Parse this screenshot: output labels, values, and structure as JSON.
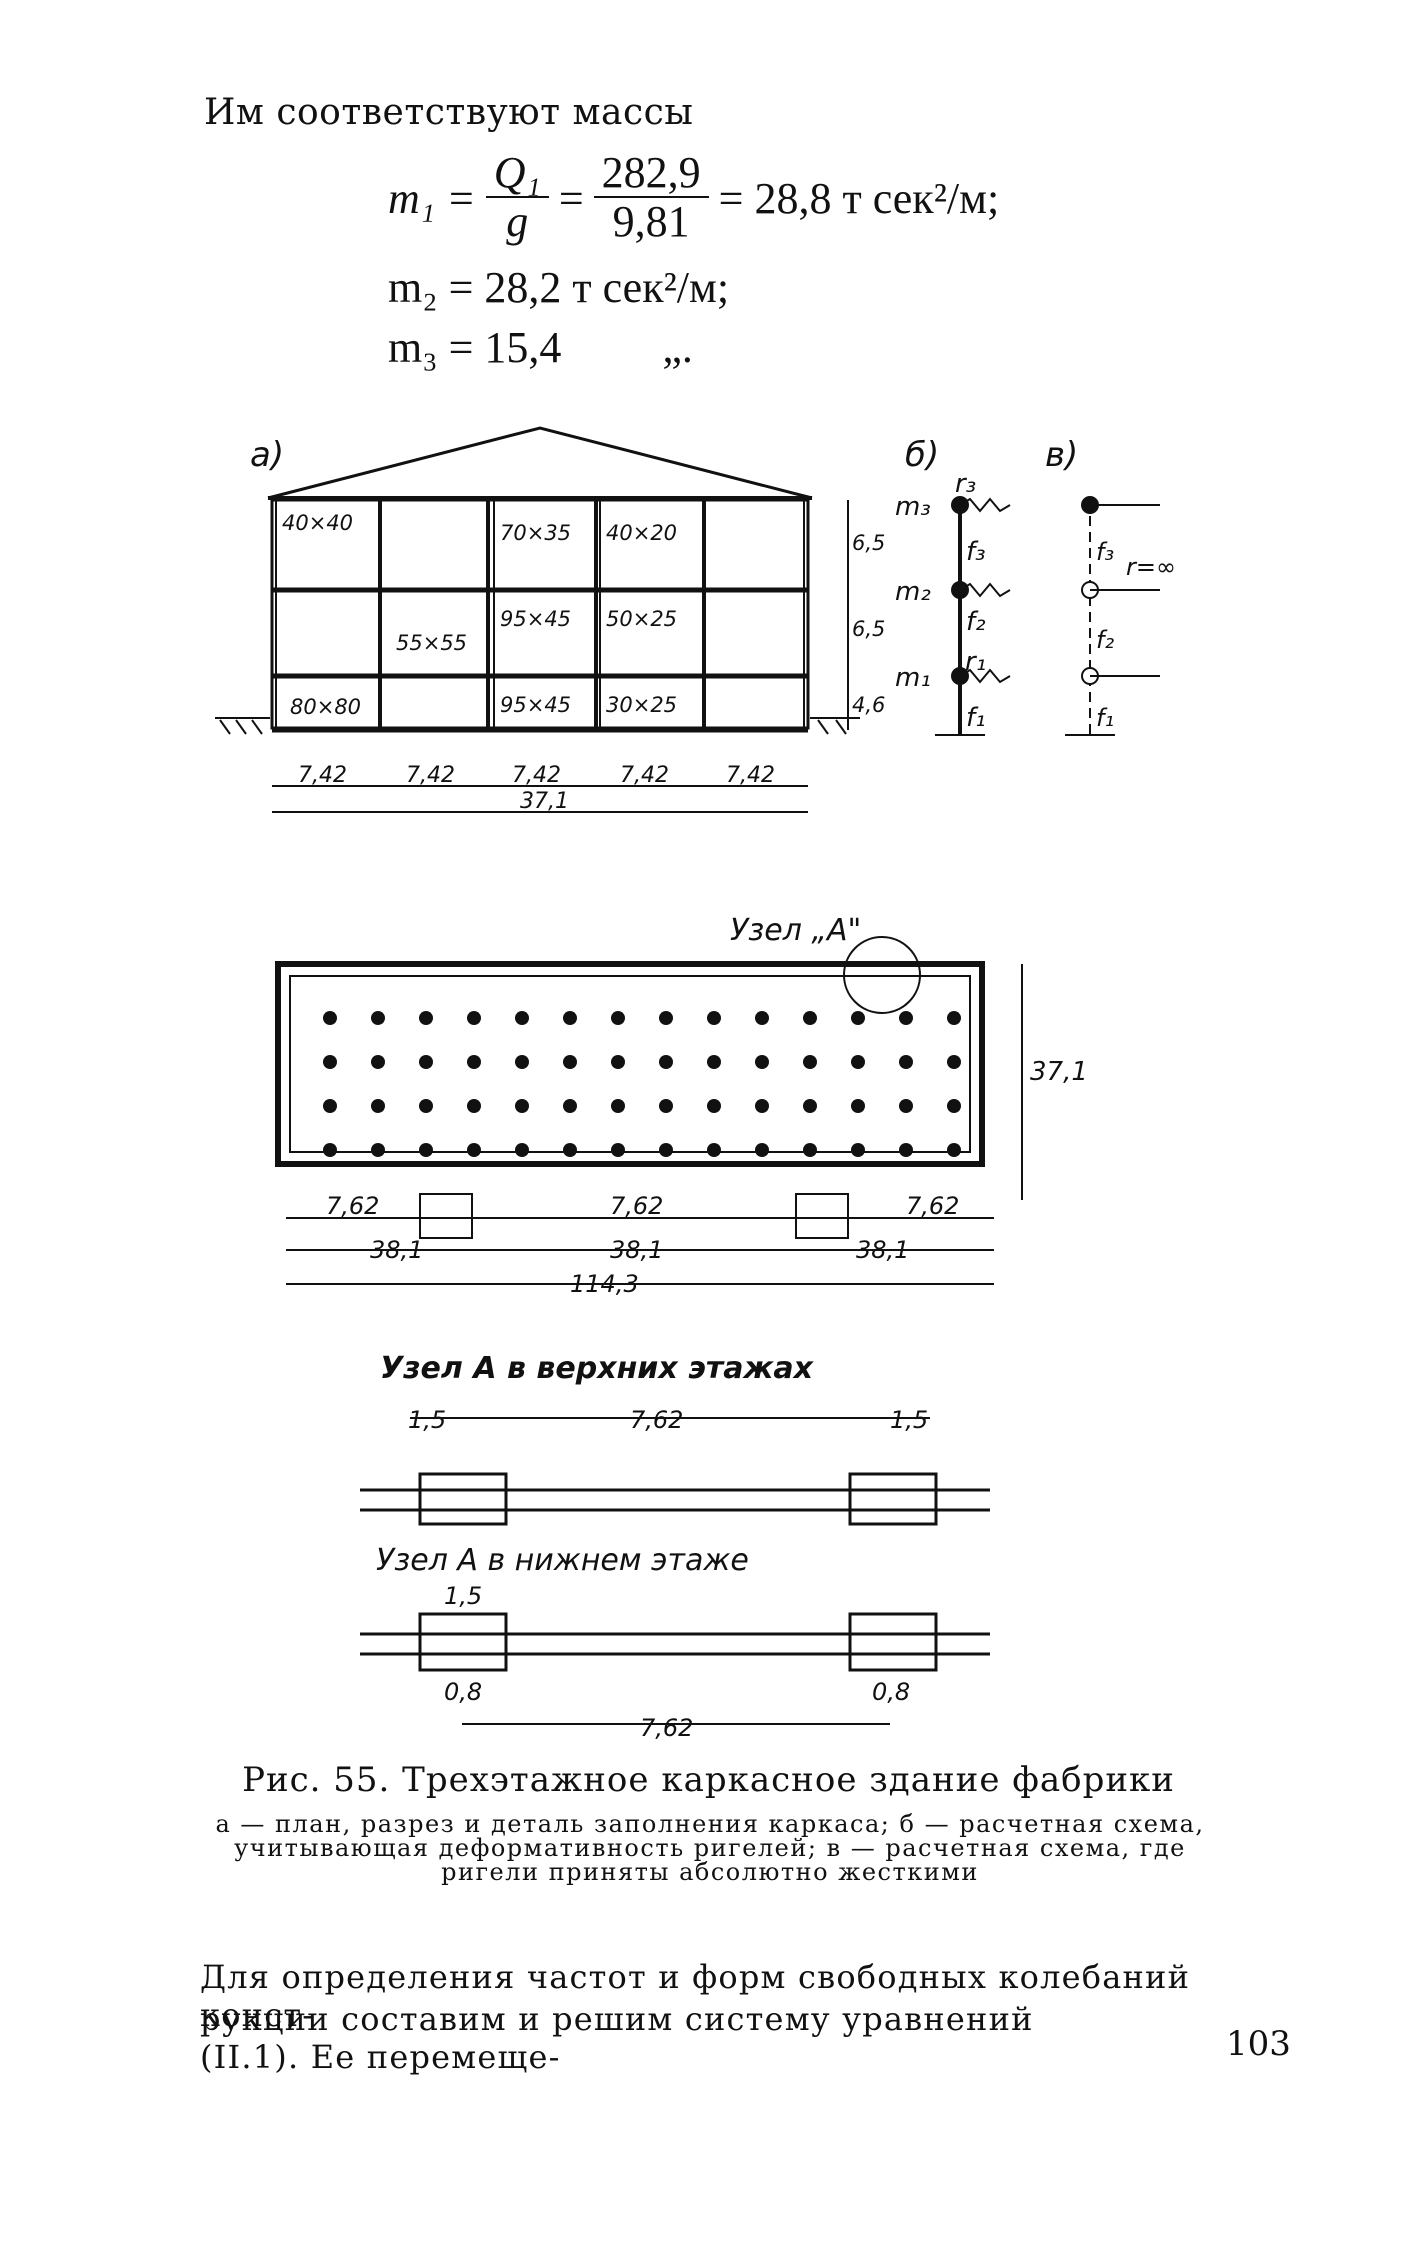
{
  "intro": "Им соответствуют массы",
  "equations": {
    "m1_lhs": "m₁ =",
    "m1_num": "Q₁",
    "m1_den": "g",
    "m1_num2": "282,9",
    "m1_den2": "9,81",
    "m1_result": "= 28,8 т сек²/м;",
    "m2": "m₂ = 28,2 т сек²/м;",
    "m3": "m₃ = 15,4",
    "m3_ditto": "„."
  },
  "figure_a": {
    "panel_label": "а)",
    "sections": [
      "40×40",
      "70×35",
      "40×20",
      "55×55",
      "95×45",
      "50×25",
      "80×80",
      "95×45",
      "30×25"
    ],
    "heights": [
      "6,5",
      "6,5",
      "4,6"
    ],
    "spans": [
      "7,42",
      "7,42",
      "7,42",
      "7,42",
      "7,42"
    ],
    "total": "37,1"
  },
  "figure_b": {
    "panel_label": "б)",
    "masses": [
      "m₃",
      "m₂",
      "m₁"
    ],
    "r_labels": [
      "r₃",
      "r₁"
    ],
    "f_labels": [
      "f₃",
      "f₂",
      "f₁"
    ]
  },
  "figure_v": {
    "panel_label": "в)",
    "r_label": "r=∞",
    "f_labels": [
      "f₃",
      "f₂",
      "f₁"
    ]
  },
  "plan": {
    "node_label": "Узел „А\"",
    "height": "37,1",
    "small_dims": [
      "7,62",
      "7,62",
      "7,62"
    ],
    "bays": [
      "38,1",
      "38,1",
      "38,1"
    ],
    "total": "114,3"
  },
  "detail_upper": {
    "title": "Узел А в верхних этажах",
    "dims": [
      "1,5",
      "7,62",
      "1,5"
    ]
  },
  "detail_lower": {
    "title": "Узел А в нижнем этаже",
    "dims": [
      "1,5",
      "0,8",
      "0,8",
      "7,62"
    ]
  },
  "caption": {
    "title": "Рис. 55. Трехэтажное каркасное здание фабрики",
    "body": "а — план, разрез и деталь заполнения каркаса; б — расчетная схема, учитывающая деформативность ригелей; в — расчетная схема, где ригели приняты абсолютно жесткими"
  },
  "paragraph": {
    "line1": "Для определения частот и форм свободных колебаний конст-",
    "line2": "рукции составим и решим систему уравнений (II.1). Ее перемеще-"
  },
  "page_number": "103"
}
